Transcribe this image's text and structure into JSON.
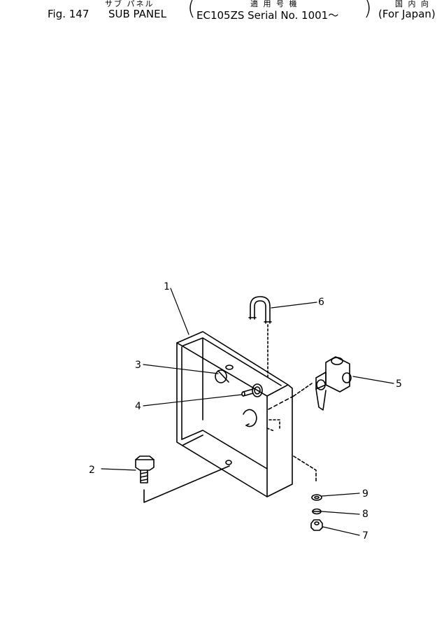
{
  "header": {
    "figure": "Fig. 147",
    "title": "SUB PANEL",
    "title_kana": "サブ パネル",
    "model_kana": "適 用 号 機",
    "serial": "EC105ZS Serial No. 1001～",
    "market_kana": "国 内 向",
    "market": "(For Japan)"
  },
  "callouts": [
    "1",
    "2",
    "3",
    "4",
    "5",
    "6",
    "7",
    "8",
    "9"
  ],
  "colors": {
    "ink": "#000000",
    "paper": "#ffffff"
  }
}
